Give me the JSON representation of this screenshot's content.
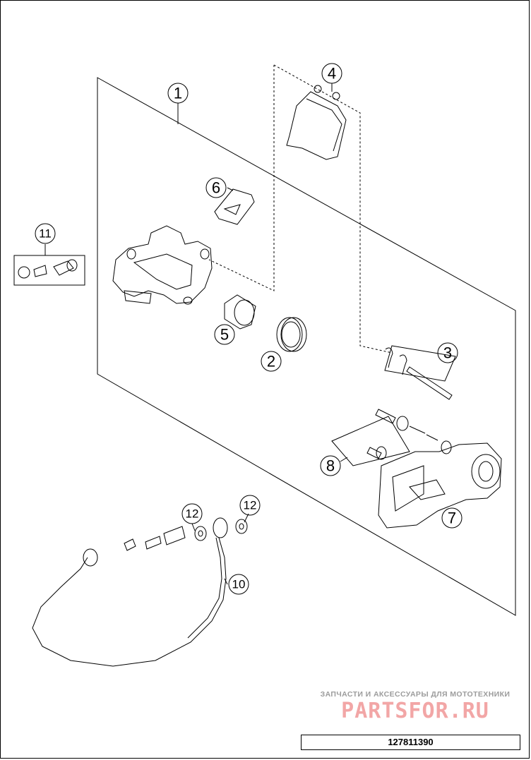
{
  "callouts": {
    "c1": "1",
    "c2": "2",
    "c3": "3",
    "c4": "4",
    "c5": "5",
    "c6": "6",
    "c7": "7",
    "c8": "8",
    "c10": "10",
    "c11": "11",
    "c12a": "12",
    "c12b": "12"
  },
  "watermark": {
    "caption": "ЗАПЧАСТИ И АКСЕССУАРЫ ДЛЯ МОТОТЕХНИКИ",
    "logo": "PARTSFOR.RU",
    "logo_color": "#f2a6a6"
  },
  "diagram_code": "127811390"
}
